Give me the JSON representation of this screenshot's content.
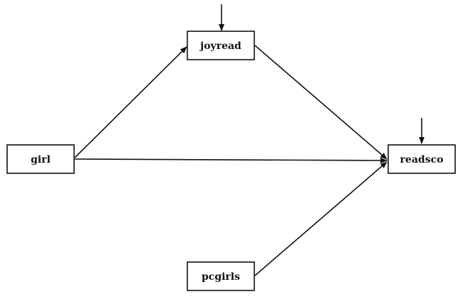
{
  "diagram": {
    "type": "path-diagram",
    "nodes": {
      "joyread": {
        "label": "joyread"
      },
      "girl": {
        "label": "girl"
      },
      "readsco": {
        "label": "readsco"
      },
      "pcgirls": {
        "label": "pcgirls"
      }
    },
    "edges": [
      {
        "from": "girl",
        "to": "joyread"
      },
      {
        "from": "girl",
        "to": "readsco"
      },
      {
        "from": "joyread",
        "to": "readsco"
      },
      {
        "from": "pcgirls",
        "to": "readsco"
      }
    ],
    "error_terms": [
      "joyread",
      "readsco"
    ]
  }
}
